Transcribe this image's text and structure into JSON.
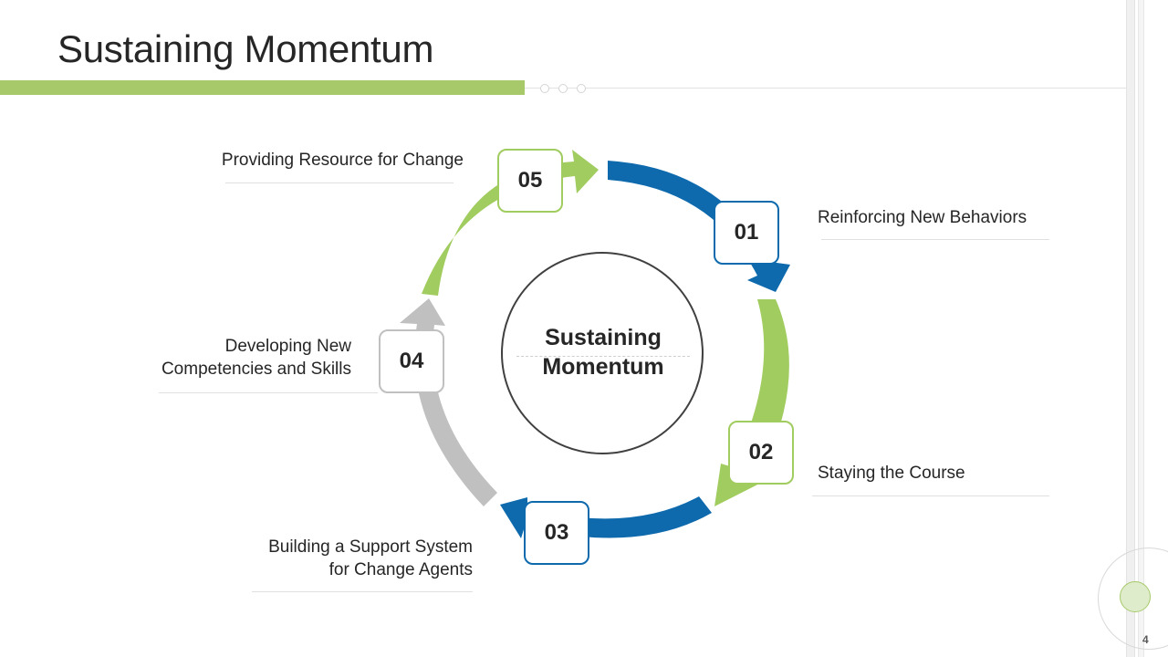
{
  "slide": {
    "title": "Sustaining Momentum",
    "page_number": "4"
  },
  "center": {
    "line1": "Sustaining",
    "line2": "Momentum"
  },
  "colors": {
    "blue": "#0e6aad",
    "green": "#a1cc5f",
    "gray": "#c0c0c0",
    "accent_bar": "#a7c96a"
  },
  "steps": [
    {
      "number": "01",
      "label": "Reinforcing New Behaviors",
      "color": "blue"
    },
    {
      "number": "02",
      "label": "Staying the Course",
      "color": "green"
    },
    {
      "number": "03",
      "label_line1": "Building a Support System",
      "label_line2": "for Change Agents",
      "color": "blue"
    },
    {
      "number": "04",
      "label_line1": "Developing New",
      "label_line2": "Competencies and Skills",
      "color": "gray"
    },
    {
      "number": "05",
      "label": "Providing Resource for Change",
      "color": "green"
    }
  ]
}
